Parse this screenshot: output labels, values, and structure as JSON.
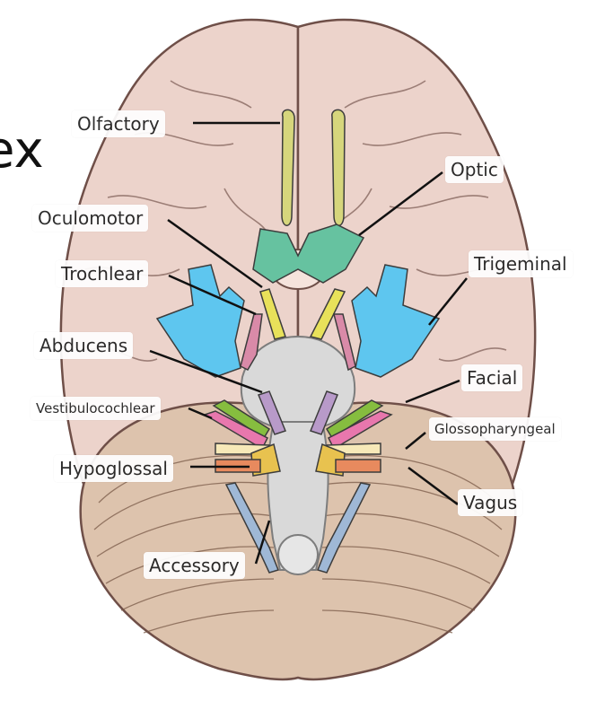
{
  "slide_fragment": "ex",
  "labels": {
    "olfactory": "Olfactory",
    "optic": "Optic",
    "oculomotor": "Oculomotor",
    "trochlear": "Trochlear",
    "trigeminal": "Trigeminal",
    "abducens": "Abducens",
    "facial": "Facial",
    "vestibulocochlear": "Vestibulocochlear",
    "glossopharyngeal": "Glossopharyngeal",
    "hypoglossal": "Hypoglossal",
    "vagus": "Vagus",
    "accessory": "Accessory"
  },
  "colors": {
    "cerebrum": "#ecd3cb",
    "cerebrum_outline": "#6f4f48",
    "cerebellum": "#ddc3ad",
    "brainstem": "#d9d9d9",
    "olfactory": "#d6d67c",
    "optic": "#66c2a0",
    "oculomotor": "#e8e15a",
    "trochlear": "#d98aa8",
    "trigeminal": "#5ec6ef",
    "abducens": "#b89ac9",
    "facial": "#86bd3f",
    "vestibulocochlear": "#e877ad",
    "glossopharyngeal": "#f7e9b8",
    "vagus": "#e88a5e",
    "accessory": "#9fb8d6",
    "hypoglossal": "#e8c24f"
  }
}
